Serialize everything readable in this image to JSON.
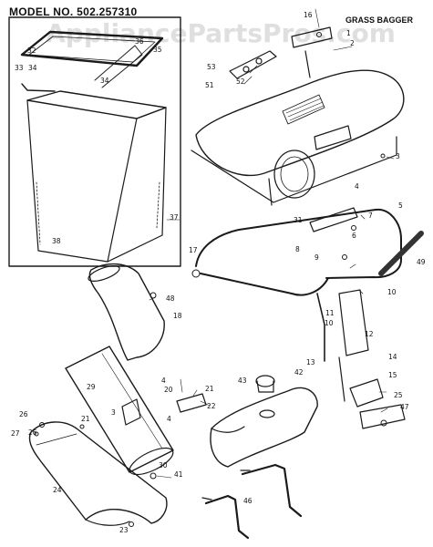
{
  "header": {
    "model_number": "MODEL NO. 502.257310",
    "assembly_title": "GRASS BAGGER",
    "watermark": "AppliancePartsPros.com"
  },
  "part_labels": [
    "16",
    "2",
    "53",
    "51",
    "52",
    "1",
    "32",
    "34",
    "35",
    "36",
    "33",
    "34",
    "37",
    "38",
    "3",
    "4",
    "31",
    "5",
    "7",
    "6",
    "8",
    "9",
    "17",
    "49",
    "48",
    "18",
    "10",
    "11",
    "10",
    "12",
    "13",
    "14",
    "15",
    "25",
    "47",
    "26",
    "43",
    "42",
    "29",
    "21",
    "4",
    "20",
    "22",
    "3",
    "4",
    "26",
    "27",
    "21",
    "30",
    "41",
    "24",
    "46",
    "23"
  ]
}
